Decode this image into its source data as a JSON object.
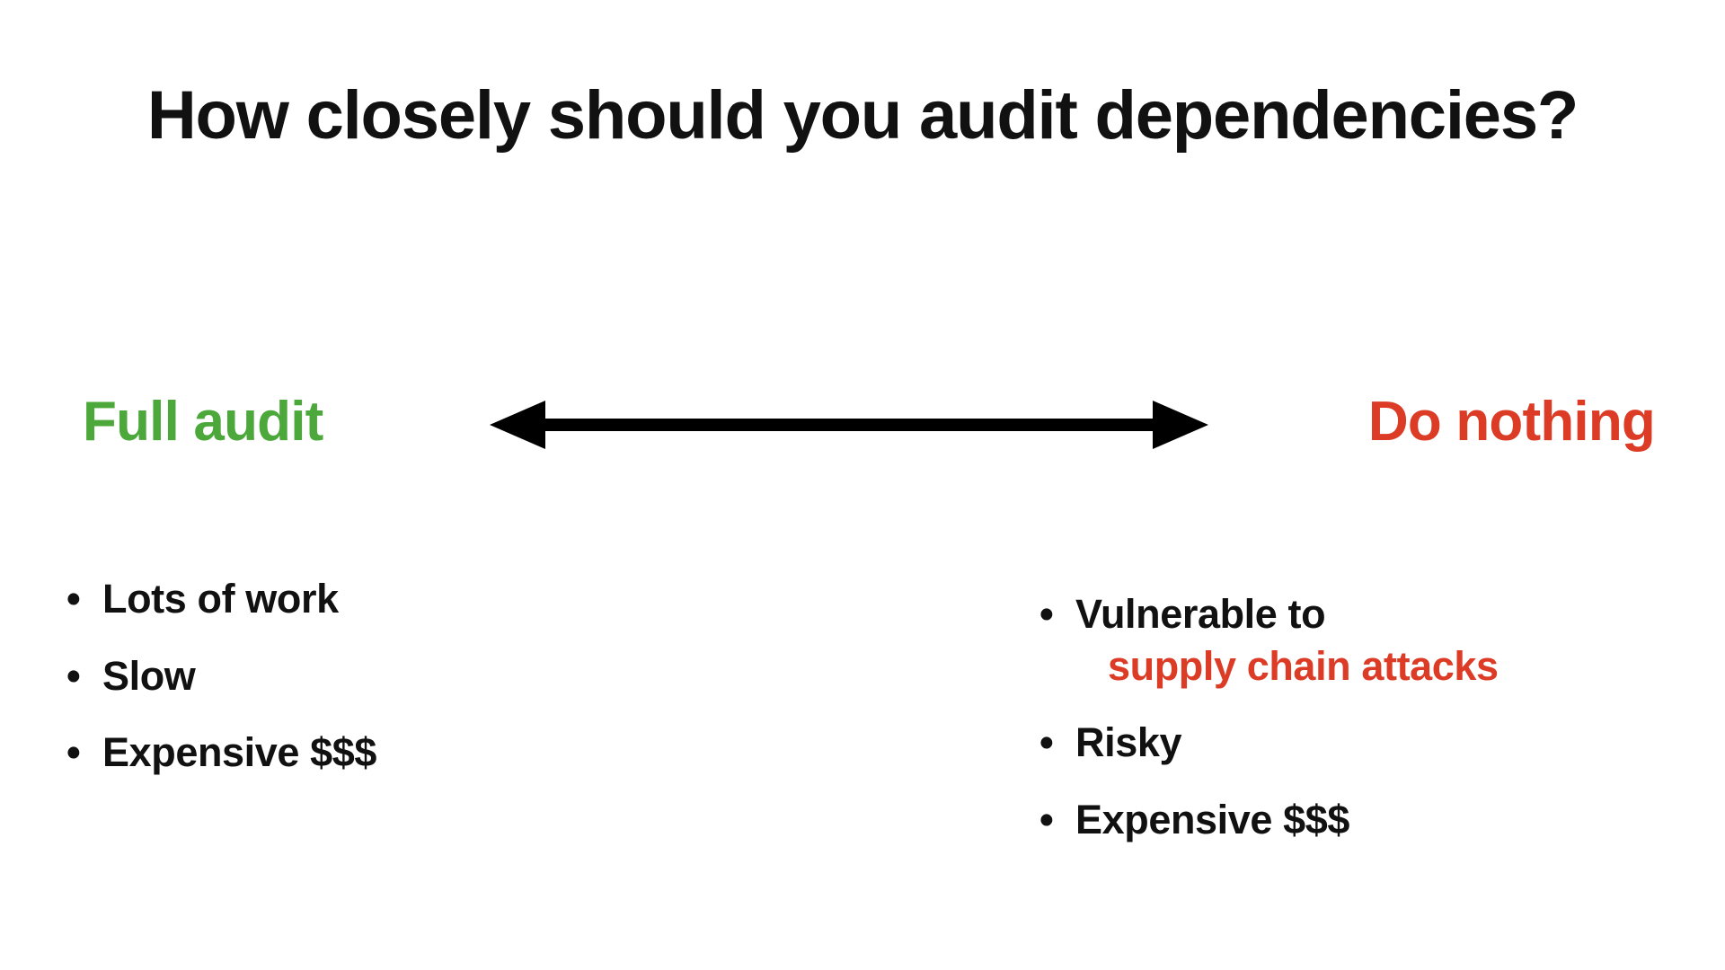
{
  "slide": {
    "title": "How closely should you audit dependencies?",
    "background_color": "#FFFFFF"
  },
  "colors": {
    "green": "#4CA83A",
    "red": "#DC3B26",
    "black": "#111111"
  },
  "spectrum": {
    "left_pole_label": "Full audit",
    "right_pole_label": "Do nothing",
    "arrow": {
      "icon": "double-headed-arrow-icon",
      "direction": "both",
      "color": "#000000"
    }
  },
  "left_column": {
    "bullet_char": "•",
    "items": [
      {
        "text": "Lots of work"
      },
      {
        "text": "Slow"
      },
      {
        "text": "Expensive $$$"
      }
    ]
  },
  "right_column": {
    "bullet_char": "•",
    "items": [
      {
        "text": "Vulnerable to",
        "sub": "supply chain attacks"
      },
      {
        "text": "Risky"
      },
      {
        "text": "Expensive $$$"
      }
    ]
  }
}
